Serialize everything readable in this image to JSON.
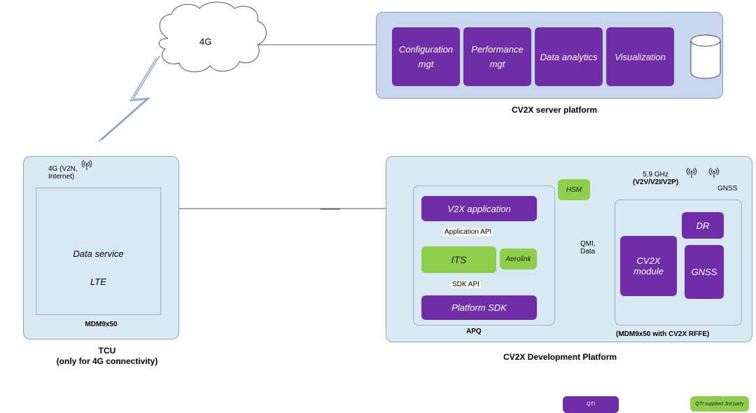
{
  "cloud": {
    "label": "4G"
  },
  "server_platform": {
    "title": "CV2X server platform",
    "modules": [
      {
        "line1": "Configuration",
        "line2": "mgt"
      },
      {
        "line1": "Performance",
        "line2": "mgt"
      },
      {
        "line1": "Data analytics",
        "line2": ""
      },
      {
        "line1": "Visualization",
        "line2": ""
      }
    ],
    "colors": {
      "panel": "#c8d6ee",
      "module": "#6f2da8"
    }
  },
  "tcu": {
    "antenna_label_line1": "4G (V2N,",
    "antenna_label_line2": "Internet)",
    "inner_line1": "Data service",
    "inner_line2": "LTE",
    "chip": "MDM9x50",
    "title_line1": "TCU",
    "title_line2": "(only for 4G connectivity)"
  },
  "dev_platform": {
    "title": "CV2X Development Platform",
    "antenna_freq": "5.9 GHz",
    "antenna_modes": "(V2V/V2I/V2P)",
    "gnss_antenna": "GNSS",
    "apq": {
      "label": "APQ",
      "v2x_app": "V2X application",
      "app_api": "Application API",
      "its": "ITS",
      "sdk_api": "SDK API",
      "platform_sdk": "Platform SDK",
      "aerolink": "Aerolink",
      "hsm": "HSM",
      "qmi_line1": "QMI,",
      "qmi_line2": "Data"
    },
    "mdm": {
      "label": "(MDM9x50 with CV2X RFFE)",
      "cv2x_line1": "CV2X",
      "cv2x_line2": "module",
      "dr": "DR",
      "gnss": "GNSS"
    }
  },
  "legend": {
    "qti": "QTI",
    "third_party": "QTI supplied 3rd party",
    "colors": {
      "qti": "#6f2da8",
      "third_party": "#8fce4c"
    }
  }
}
